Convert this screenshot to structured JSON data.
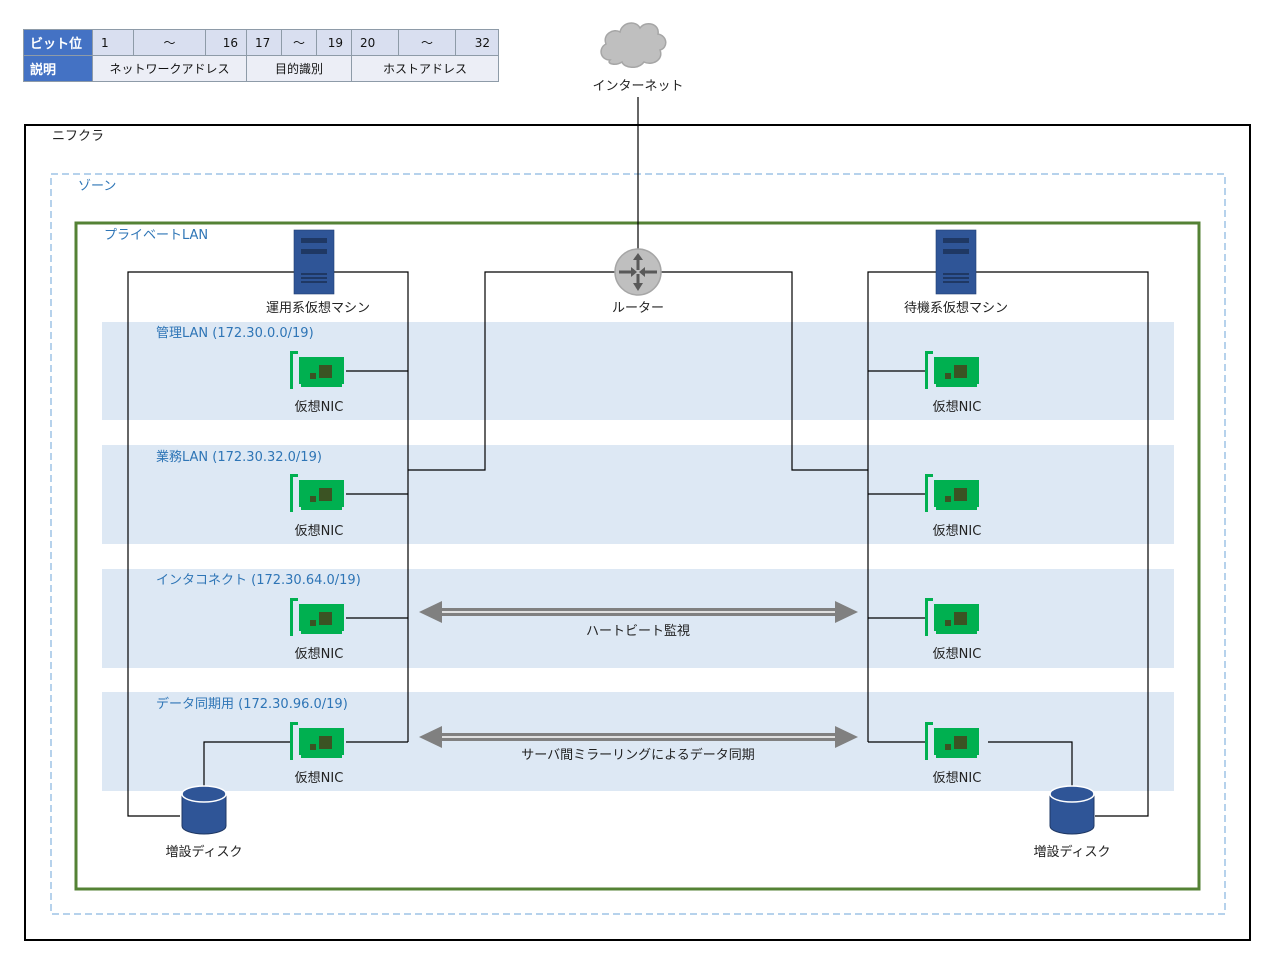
{
  "bit_table": {
    "header_bits": "ビット位",
    "header_desc": "説明",
    "bits": [
      "1",
      "〜",
      "16",
      "17",
      "〜",
      "19",
      "20",
      "〜",
      "32"
    ],
    "descriptions": [
      "ネットワークアドレス",
      "目的識別",
      "ホストアドレス"
    ]
  },
  "internet": {
    "label": "インターネット",
    "icon": "cloud-icon"
  },
  "containers": {
    "cloud": "ニフクラ",
    "zone": "ゾーン",
    "private_lan": "プライベートLAN"
  },
  "router": {
    "label": "ルーター",
    "icon": "router-icon"
  },
  "servers": {
    "primary": {
      "label": "運用系仮想マシン",
      "icon": "server-icon"
    },
    "standby": {
      "label": "待機系仮想マシン",
      "icon": "server-icon"
    }
  },
  "networks": [
    {
      "name": "管理LAN (172.30.0.0/19)"
    },
    {
      "name": "業務LAN (172.30.32.0/19)"
    },
    {
      "name": "インタコネクト (172.30.64.0/19)"
    },
    {
      "name": "データ同期用 (172.30.96.0/19)"
    }
  ],
  "nic_label": "仮想NIC",
  "links": {
    "heartbeat": "ハートビート監視",
    "mirroring": "サーバ間ミラーリングによるデータ同期"
  },
  "disks": {
    "primary": "増設ディスク",
    "standby": "増設ディスク"
  },
  "colors": {
    "band": "#dde8f4",
    "private_lan_border": "#548235",
    "zone_border": "#9dc3e6",
    "network_label": "#2e75b6",
    "nic_green": "#00b050",
    "server_blue": "#2f5597",
    "table_header": "#4472c4"
  }
}
